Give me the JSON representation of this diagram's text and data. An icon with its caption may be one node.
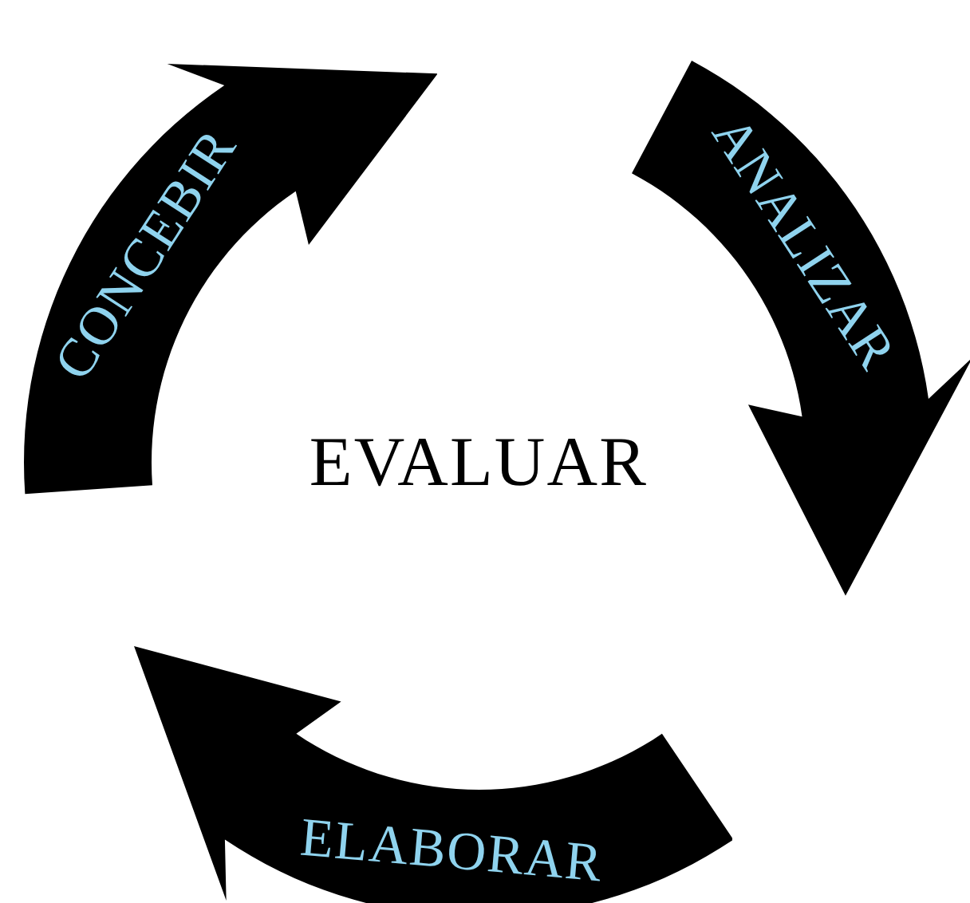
{
  "diagram": {
    "nodes": [
      {
        "text": [
          "CONCEBIR"
        ]
      },
      {
        "text": [
          "ANALIZAR"
        ]
      },
      {
        "text": [
          "ELABORAR"
        ]
      },
      {
        "text": [
          "EVALUAR"
        ]
      }
    ]
  }
}
